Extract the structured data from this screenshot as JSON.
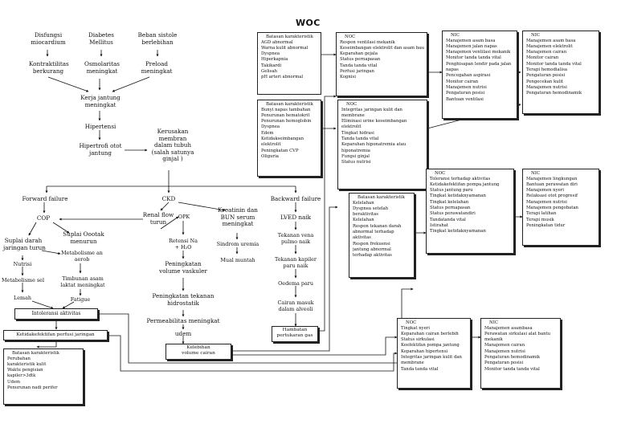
{
  "title": "WOC",
  "causes": {
    "c1": "Disfungsi\nmiocardium",
    "c2": "Diabetes\nMellitus",
    "c3": "Beban sistole\nberlebihan"
  },
  "effects": {
    "e1": "Kontraktilitas\nberkurang",
    "e2": "Osmolaritas\nmeningkat",
    "e3": "Preload\nmeningkat"
  },
  "flow": {
    "kerja": "Kerja jantung\nmeningkat",
    "hipertensi": "Hipertensi",
    "hipertrofi": "Hipertrofi otot\njantung",
    "kerusakan": "Kerusakan\nmembran\ndalam tubuh\n(salah satunya\nginjal )",
    "forward": "Forward failure",
    "ckd": "CKD",
    "backward": "Backward failure",
    "cop": "COP",
    "renal": "Renal flow\nturun",
    "opk": "OPK",
    "retensi": "Retensi Na\n+ H₂O",
    "kreatinin": "Kreatinin dan\nBUN serum\nmeningkat",
    "sindrom": "Sindrom uremia",
    "mual": "Mual muntah",
    "lved": "LVED naik",
    "tekanan_vena": "Tekanan vena\npulmo naik",
    "tekanan_kapiler": "Tekanan kapiler\nparu naik",
    "oedema": "Oedema paru",
    "cairan": "Cairan masuk\ndalam alveoli",
    "suplai_darah": "Suplai darah\njaringan turun",
    "suplai_o2": "Suplai Oootak\nmenurun",
    "nutrisi": "Nutrisi",
    "metab_sel": "Metabolisme sel",
    "lemah": "Lemah",
    "metab_an": "Metabolisme an\naerob",
    "timbunan": "Timbunan asam\nlaktat meningkat",
    "fatigue": "Fatigue",
    "volume": "Peningkatan\nvolume vaskuler",
    "tekanan_hidro": "Peningkatan tekanan\nhidrostatik",
    "permeabilitas": "Permeabilitas meningkat",
    "udem": "udem",
    "intoleransi": "Intoleransi aktivitas",
    "ketidakefektifan": "Ketidakefektifan perfusi jaringan",
    "kelebihan": "Kelebihan\nvolume cairan",
    "hambatan": "Hambatan\npertukaran gas"
  },
  "boxes": {
    "bk1": {
      "head": "Batasan karakteristik",
      "items": [
        "AGD abnormal",
        "Warna kulit abnormal",
        "Dyspnea",
        "Hiperkapnia",
        "Takikardi",
        "Gelisah",
        "pH arteri abnormal"
      ]
    },
    "noc1": {
      "head": "NOC",
      "items": [
        "Respon ventilasi mekanik",
        "Keseimbangan elektrolit dan asam basa",
        "Keparahan gejala",
        "Status pernapasan",
        "Tanda tanda vital",
        "Perfusi jaringan",
        "Kognisi"
      ]
    },
    "nic1": {
      "head": "NIC",
      "items": [
        "Manajemen asam basa",
        "Manajemen jalan napas",
        "Manajemen ventilasi mekanik",
        "Monitor tanda tanda vital",
        "Penghisapan lendir pada jalan",
        "napas",
        "Pencegahan aspirasi",
        "Monitor cairan",
        "Manajemen nutrisi",
        "Pengaturan posisi",
        "Bantuan ventilasi"
      ]
    },
    "nic2": {
      "head": "NIC",
      "items": [
        "Manajemen asam basa",
        "Manajemen elektrolit",
        "Manajemen cairan",
        "Monitor cairan",
        "Monitor tanda tanda vital",
        "Terapi hemodialisa",
        "Pengaturan posisi",
        "Pengecekan kulit",
        "Manajemen nutrisi",
        "Pengaturan hemodinamik"
      ]
    },
    "bk2": {
      "head": "Batasan karakteristik",
      "items": [
        "Bunyi napas tambahan",
        "Penurunan hematokrit",
        "Penurunan hemoglobin",
        "Dyspnea",
        "Edem",
        "Ketidakseimbangan",
        "elektrolit",
        "Peningkatan CVP",
        "Oliguria"
      ]
    },
    "noc2": {
      "head": "NOC",
      "items": [
        "Integritas jaringan kulit dan",
        "membrane",
        "Eliminasi urine keseimbangan",
        "elektrolit",
        "Tingkat hidrasi",
        "Tanda tanda vital",
        "Keparahan hiponatremia atau",
        "hiponatremia",
        "Fungsi ginjal",
        "Status nutrisi"
      ]
    },
    "noc3": {
      "head": "NOC",
      "items": [
        "Toleransi terhadap aktivitas",
        "Ketidakefektifan pompa jantung",
        "Status jantung paru",
        "Tingkat ketidaknyamanan",
        "Tingkat kelelahan",
        "Status pernapasan",
        "Status perawatandiri",
        "Tandatanda vital",
        "Istirahat",
        "Tingkat ketidaknyamanan"
      ]
    },
    "nic3": {
      "head": "NIC",
      "items": [
        "Manajemen lingkungan",
        "Bantuan perawatan diri",
        "Manajemen nyeri",
        "Relaksasi otot progresif",
        "Manajemen nutrisi",
        "Manajemen pengobatan",
        "Terapi latihan",
        "Terapi musik",
        "Peningkatan tidur"
      ]
    },
    "bk3": {
      "head": "Batasan karakteristik",
      "items": [
        "Kelelahan",
        "Dyspnea setelah",
        "beraktivitas",
        "Kelelahan",
        "Respon tekanan darah",
        "abnormal terhadap",
        "aktivitas",
        "Respon frekuensi",
        "jantung abnormal",
        "terhadap aktivitas"
      ]
    },
    "noc4": {
      "head": "NOC",
      "items": [
        "Tingkat nyeri",
        "Keparahan cairan berlebih",
        "Status sirkulasi",
        "Keefektifan pompa jantung",
        "Keparahan hipertensi",
        "Integritas jaringan kulit dan",
        "membrane",
        "Tanda tanda vital"
      ]
    },
    "nic4": {
      "head": "NIC",
      "items": [
        "Manajemen asambasa",
        "Perawatan sirkulasi alat bantu",
        "mekanik",
        "Manajemen cairan",
        "Manajemen nutrisi",
        "Pengaturan hemodinamik",
        "Pengaturan posisi",
        "Monitor tanda tanda vital"
      ]
    },
    "bk4": {
      "head": "Batasan karakteristik",
      "items": [
        "Perubahan",
        "karakteristik kulit",
        "Waktu pengisian",
        "kapiler>3dtk",
        "Udem",
        "Penurunan nadi perifer"
      ]
    }
  }
}
